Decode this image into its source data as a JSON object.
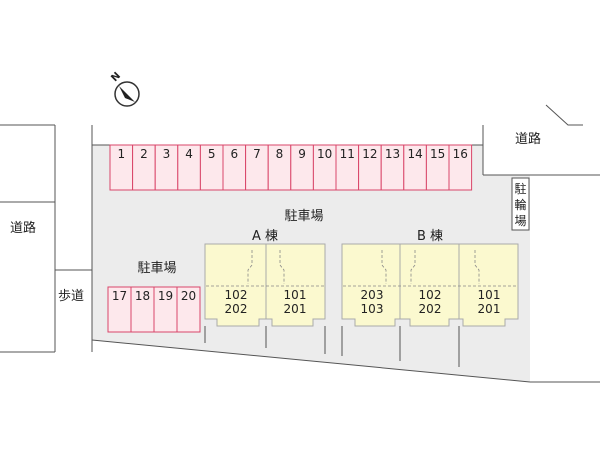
{
  "compass": {
    "label": "N",
    "icon": "north-arrow-icon"
  },
  "roads": {
    "left_road": "道路",
    "sidewalk": "歩道",
    "top_right_road": "道路"
  },
  "parking": {
    "main_label": "駐車場",
    "sub_label": "駐車場",
    "bicycle_label": [
      "駐",
      "輪",
      "場"
    ],
    "top_row_spaces": [
      "1",
      "2",
      "3",
      "4",
      "5",
      "6",
      "7",
      "8",
      "9",
      "10",
      "11",
      "12",
      "13",
      "14",
      "15",
      "16"
    ],
    "bottom_left_spaces": [
      "17",
      "18",
      "19",
      "20"
    ]
  },
  "buildings": {
    "a": {
      "label": "A 棟",
      "units": [
        [
          "102",
          "202"
        ],
        [
          "101",
          "201"
        ]
      ]
    },
    "b": {
      "label": "B 棟",
      "units": [
        [
          "203",
          "103"
        ],
        [
          "102",
          "202"
        ],
        [
          "101",
          "201"
        ]
      ]
    }
  },
  "colors": {
    "lot": "#ececec",
    "parking_fill": "#fde8ec",
    "parking_stroke": "#d9466a",
    "building_fill": "#fbf9cf",
    "building_stroke": "#aaaaaa",
    "line": "#555555"
  }
}
